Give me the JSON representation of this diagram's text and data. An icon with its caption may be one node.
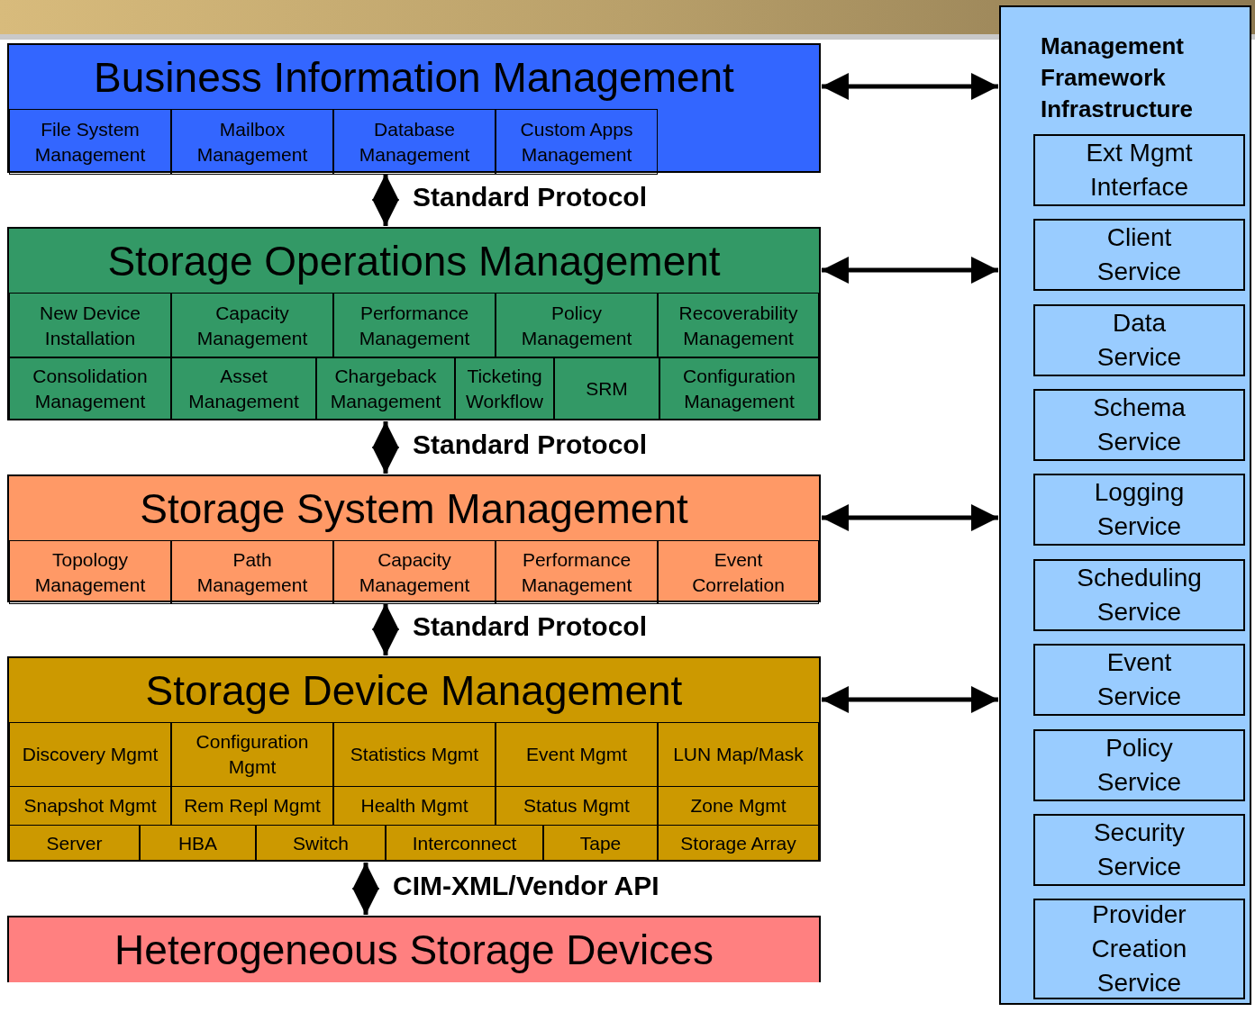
{
  "diagram": {
    "nodes": [
      {
        "text": [
          "Business Information Management"
        ]
      },
      {
        "text": [
          "File System Management"
        ],
        "in": 0
      },
      {
        "text": [
          "Mailbox Management"
        ],
        "in": 0
      },
      {
        "text": [
          "Database Management"
        ],
        "in": 0
      },
      {
        "text": [
          "Custom Apps Management"
        ],
        "in": 0
      },
      {
        "text": [
          "Storage Operations Management"
        ]
      },
      {
        "text": [
          "New Device Installation"
        ],
        "in": 5
      },
      {
        "text": [
          "Capacity Management"
        ],
        "in": 5
      },
      {
        "text": [
          "Performance Management"
        ],
        "in": 5
      },
      {
        "text": [
          "Policy Management"
        ],
        "in": 5
      },
      {
        "text": [
          "Recoverability Management"
        ],
        "in": 5
      },
      {
        "text": [
          "Consolidation Management"
        ],
        "in": 5
      },
      {
        "text": [
          "Asset Management"
        ],
        "in": 5
      },
      {
        "text": [
          "Chargeback Management"
        ],
        "in": 5
      },
      {
        "text": [
          "Ticketing Workflow"
        ],
        "in": 5
      },
      {
        "text": [
          "SRM"
        ],
        "in": 5
      },
      {
        "text": [
          "Configuration Management"
        ],
        "in": 5
      },
      {
        "text": [
          "Storage System Management"
        ]
      },
      {
        "text": [
          "Topology Management"
        ],
        "in": 17
      },
      {
        "text": [
          "Path Management"
        ],
        "in": 17
      },
      {
        "text": [
          "Capacity Management"
        ],
        "in": 17
      },
      {
        "text": [
          "Performance Management"
        ],
        "in": 17
      },
      {
        "text": [
          "Event Correlation"
        ],
        "in": 17
      },
      {
        "text": [
          "Storage Device Management"
        ]
      },
      {
        "text": [
          "Discovery Mgmt"
        ],
        "in": 23
      },
      {
        "text": [
          "Configuration Mgmt"
        ],
        "in": 23
      },
      {
        "text": [
          "Statistics Mgmt"
        ],
        "in": 23
      },
      {
        "text": [
          "Event Mgmt"
        ],
        "in": 23
      },
      {
        "text": [
          "LUN Map/Mask"
        ],
        "in": 23
      },
      {
        "text": [
          "Snapshot Mgmt"
        ],
        "in": 23
      },
      {
        "text": [
          "Rem Repl Mgmt"
        ],
        "in": 23
      },
      {
        "text": [
          "Health Mgmt"
        ],
        "in": 23
      },
      {
        "text": [
          "Status Mgmt"
        ],
        "in": 23
      },
      {
        "text": [
          "Zone Mgmt"
        ],
        "in": 23
      },
      {
        "text": [
          "Server"
        ],
        "in": 23
      },
      {
        "text": [
          "HBA"
        ],
        "in": 23
      },
      {
        "text": [
          "Switch"
        ],
        "in": 23
      },
      {
        "text": [
          "Interconnect"
        ],
        "in": 23
      },
      {
        "text": [
          "Tape"
        ],
        "in": 23
      },
      {
        "text": [
          "Storage Array"
        ],
        "in": 23
      },
      {
        "text": [
          "Heterogeneous Storage Devices"
        ]
      },
      {
        "text": [
          "Management Framework Infrastructure"
        ]
      },
      {
        "text": [
          "Ext Mgmt Interface"
        ],
        "in": 41
      },
      {
        "text": [
          "Client Service"
        ],
        "in": 41
      },
      {
        "text": [
          "Data Service"
        ],
        "in": 41
      },
      {
        "text": [
          "Schema Service"
        ],
        "in": 41
      },
      {
        "text": [
          "Logging Service"
        ],
        "in": 41
      },
      {
        "text": [
          "Scheduling Service"
        ],
        "in": 41
      },
      {
        "text": [
          "Event Service"
        ],
        "in": 41
      },
      {
        "text": [
          "Policy Service"
        ],
        "in": 41
      },
      {
        "text": [
          "Security Service"
        ],
        "in": 41
      },
      {
        "text": [
          "Provider Creation Service"
        ],
        "in": 41
      }
    ],
    "edges": [
      {
        "from": 0,
        "to": 5,
        "arrow": "both",
        "label": "Standard Protocol"
      },
      {
        "from": 5,
        "to": 17,
        "arrow": "both",
        "label": "Standard Protocol"
      },
      {
        "from": 17,
        "to": 23,
        "arrow": "both",
        "label": "Standard Protocol"
      },
      {
        "from": 23,
        "to": 40,
        "arrow": "both",
        "label": "CIM-XML/Vendor API"
      },
      {
        "from": 0,
        "to": 41,
        "arrow": "both"
      },
      {
        "from": 5,
        "to": 41,
        "arrow": "both"
      },
      {
        "from": 17,
        "to": 41,
        "arrow": "both"
      },
      {
        "from": 23,
        "to": 41,
        "arrow": "both"
      }
    ]
  }
}
